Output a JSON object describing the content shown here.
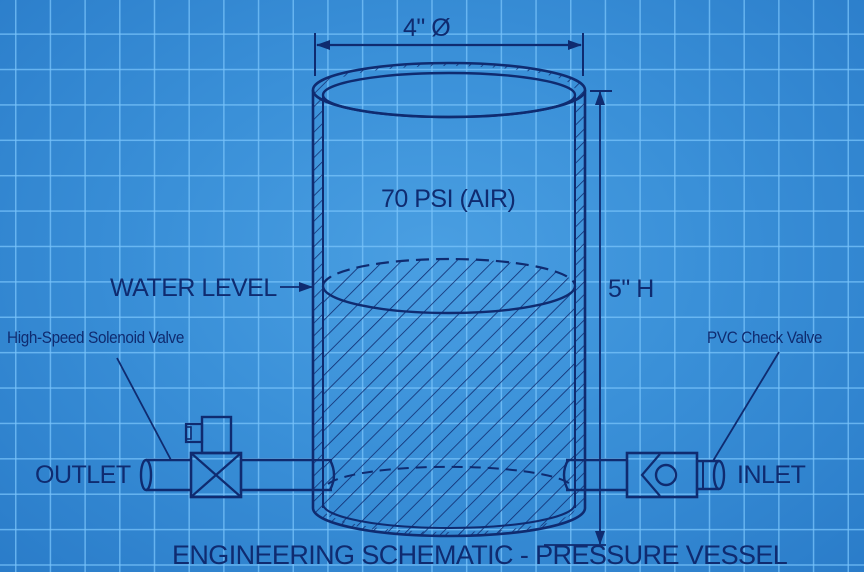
{
  "diagram": {
    "title": "ENGINEERING SCHEMATIC - PRESSURE VESSEL",
    "colors": {
      "background": "#2f86d2",
      "background_highlight": "#4a9fe2",
      "grid_line": "#78c3fa",
      "ink": "#0f2b70"
    },
    "vessel": {
      "diameter_label": "4\" Ø",
      "height_label": "5\" H",
      "pressure_label": "70 PSI (AIR)",
      "water_level_label": "WATER LEVEL"
    },
    "outlet": {
      "label": "OUTLET",
      "valve_label": "High-Speed Solenoid Valve"
    },
    "inlet": {
      "label": "INLET",
      "valve_label": "PVC Check Valve"
    }
  }
}
